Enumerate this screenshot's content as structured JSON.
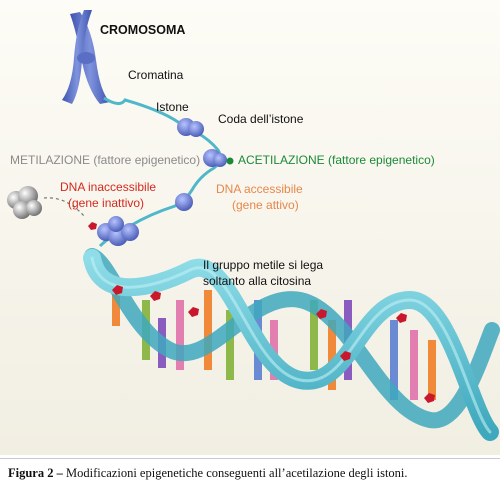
{
  "labels": {
    "cromosoma": "CROMOSOMA",
    "cromatina": "Cromatina",
    "istone": "Istone",
    "coda_istone": "Coda dell’istone",
    "metilazione": "METILAZIONE (fattore epigenetico)",
    "acetilazione": "ACETILAZIONE (fattore epigenetico)",
    "dna_inaccessibile_1": "DNA inaccessibile",
    "dna_inaccessibile_2": "(gene inattivo)",
    "dna_accessibile_1": "DNA accessibile",
    "dna_accessibile_2": "(gene attivo)",
    "metile_1": "Il gruppo metile si lega",
    "metile_2": "soltanto alla citosina"
  },
  "caption": {
    "prefix": "Figura 2 –",
    "text": " Modificazioni epigenetiche conseguenti all’acetilazione degli istoni."
  },
  "colors": {
    "chromosome": "#5a6fc4",
    "strand": "#4fb7c9",
    "metilazione": "#8a8a8a",
    "acetilazione": "#1a8a3a",
    "inaccessibile": "#d42a1e",
    "accessibile": "#e8874a",
    "methyl_group": "#c9182b"
  }
}
